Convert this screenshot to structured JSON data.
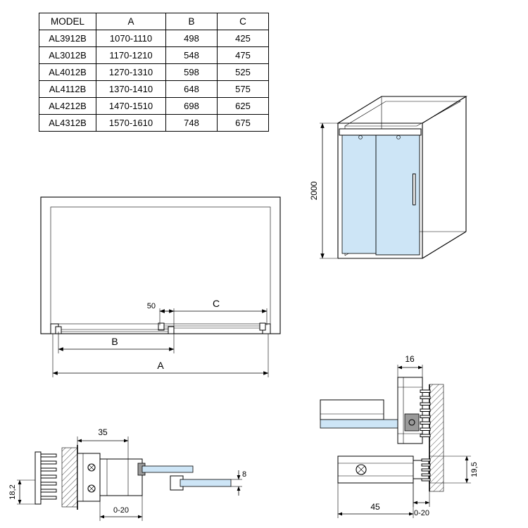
{
  "table": {
    "headers": [
      "MODEL",
      "A",
      "B",
      "C"
    ],
    "rows": [
      [
        "AL3912B",
        "1070-1110",
        "498",
        "425"
      ],
      [
        "AL3012B",
        "1170-1210",
        "548",
        "475"
      ],
      [
        "AL4012B",
        "1270-1310",
        "598",
        "525"
      ],
      [
        "AL4112B",
        "1370-1410",
        "648",
        "575"
      ],
      [
        "AL4212B",
        "1470-1510",
        "698",
        "625"
      ],
      [
        "AL4312B",
        "1570-1610",
        "748",
        "675"
      ]
    ]
  },
  "iso": {
    "dim_height": "2000"
  },
  "plan": {
    "dim_a": "A",
    "dim_b": "B",
    "dim_c": "C",
    "dim_overlap": "50"
  },
  "detail_left": {
    "dim_width": "35",
    "dim_adjust": "0-20",
    "dim_thickness": "8",
    "dim_depth": "18,2"
  },
  "detail_right": {
    "dim_top": "16",
    "dim_height": "19,5",
    "dim_adjust": "0-20",
    "dim_width": "45"
  },
  "colors": {
    "glass": "#cde5f6",
    "line": "#000000"
  }
}
